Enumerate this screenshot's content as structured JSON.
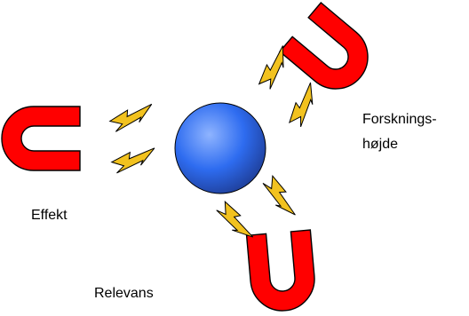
{
  "labels": {
    "effekt": "Effekt",
    "forsknings_line1": "Forsknings-",
    "forsknings_line2": "højde",
    "relevans": "Relevans"
  },
  "colors": {
    "magnet_fill": "#ff0000",
    "sphere_center": "#8fb4ff",
    "sphere_mid": "#2e6cf0",
    "sphere_edge": "#1f3f9a",
    "bolt_fill": "#f2c21f",
    "outline": "#000000"
  },
  "icons": {
    "magnet": "horseshoe-magnet-icon",
    "bolt": "lightning-bolt-icon",
    "sphere": "blue-sphere"
  }
}
